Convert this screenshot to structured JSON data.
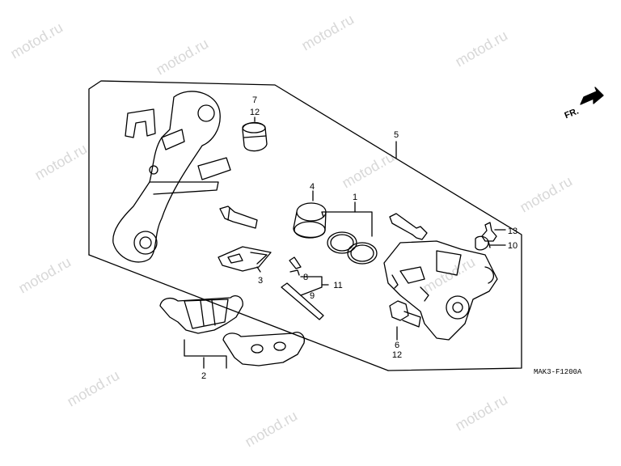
{
  "watermark": "motod.ru",
  "direction_marker": "FR.",
  "diagram_code": "MAK3-F1200A",
  "callouts": {
    "c1": "1",
    "c2": "2",
    "c3": "3",
    "c4": "4",
    "c5": "5",
    "c6": "6",
    "c7": "7",
    "c8": "8",
    "c9": "9",
    "c10": "10",
    "c11": "11",
    "c12a": "12",
    "c12b": "12",
    "c13": "13"
  },
  "colors": {
    "line": "#000000",
    "watermark": "#d8d8d8"
  }
}
